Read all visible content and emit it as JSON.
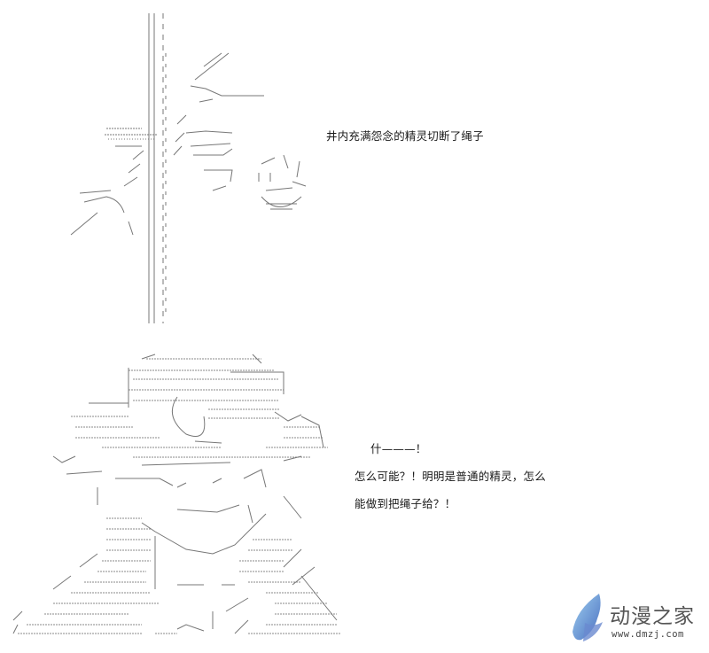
{
  "panel1": {
    "narration": "井内充满怨念的精灵切断了绳子"
  },
  "panel2": {
    "exclamation": "什———！",
    "dialogue_line1": "怎么可能？！明明是普通的精灵，怎么",
    "dialogue_line2": "能做到把绳子给？！"
  },
  "watermark": {
    "title": "动漫之家",
    "url": "www.dmzj.com",
    "colors": {
      "wing_light": "#9fd0f0",
      "wing_dark": "#4a6fc0"
    }
  }
}
